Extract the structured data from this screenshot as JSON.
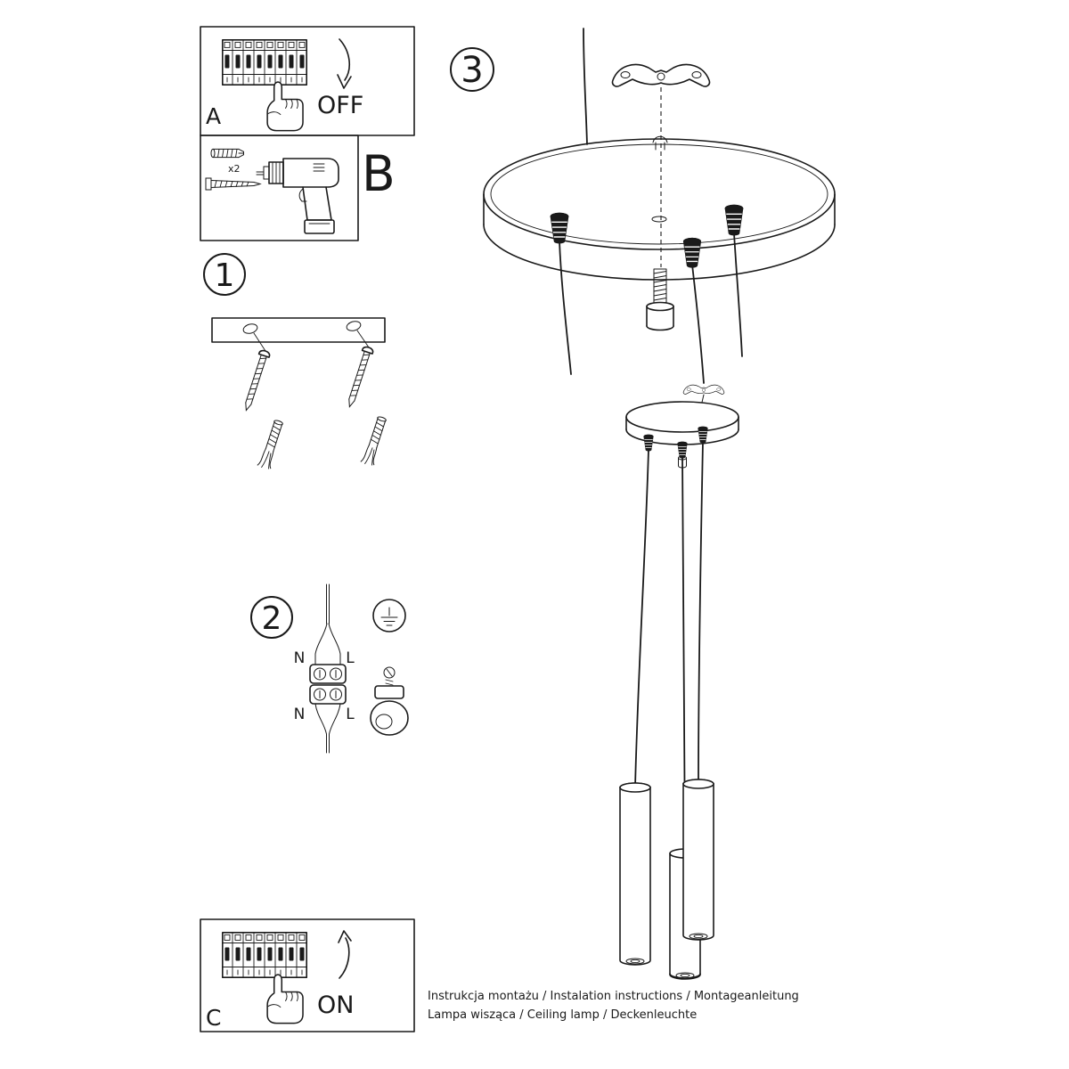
{
  "document": {
    "footer_line1": "Instrukcja montażu / Instalation instructions / Montageanleitung",
    "footer_line2": "Lampa wisząca / Ceiling lamp / Deckenleuchte"
  },
  "panel_a": {
    "letter": "A",
    "power_label": "OFF"
  },
  "panel_b": {
    "letter": "B",
    "anchor_quantity": "x2"
  },
  "panel_c": {
    "letter": "C",
    "power_label": "ON"
  },
  "step_1": {
    "number": "1"
  },
  "step_2": {
    "number": "2",
    "wire_top_left": "N",
    "wire_top_right": "L",
    "wire_bottom_left": "N",
    "wire_bottom_right": "L"
  },
  "step_3": {
    "number": "3"
  },
  "colors": {
    "ink": "#1a1a1a",
    "paper": "#ffffff"
  }
}
